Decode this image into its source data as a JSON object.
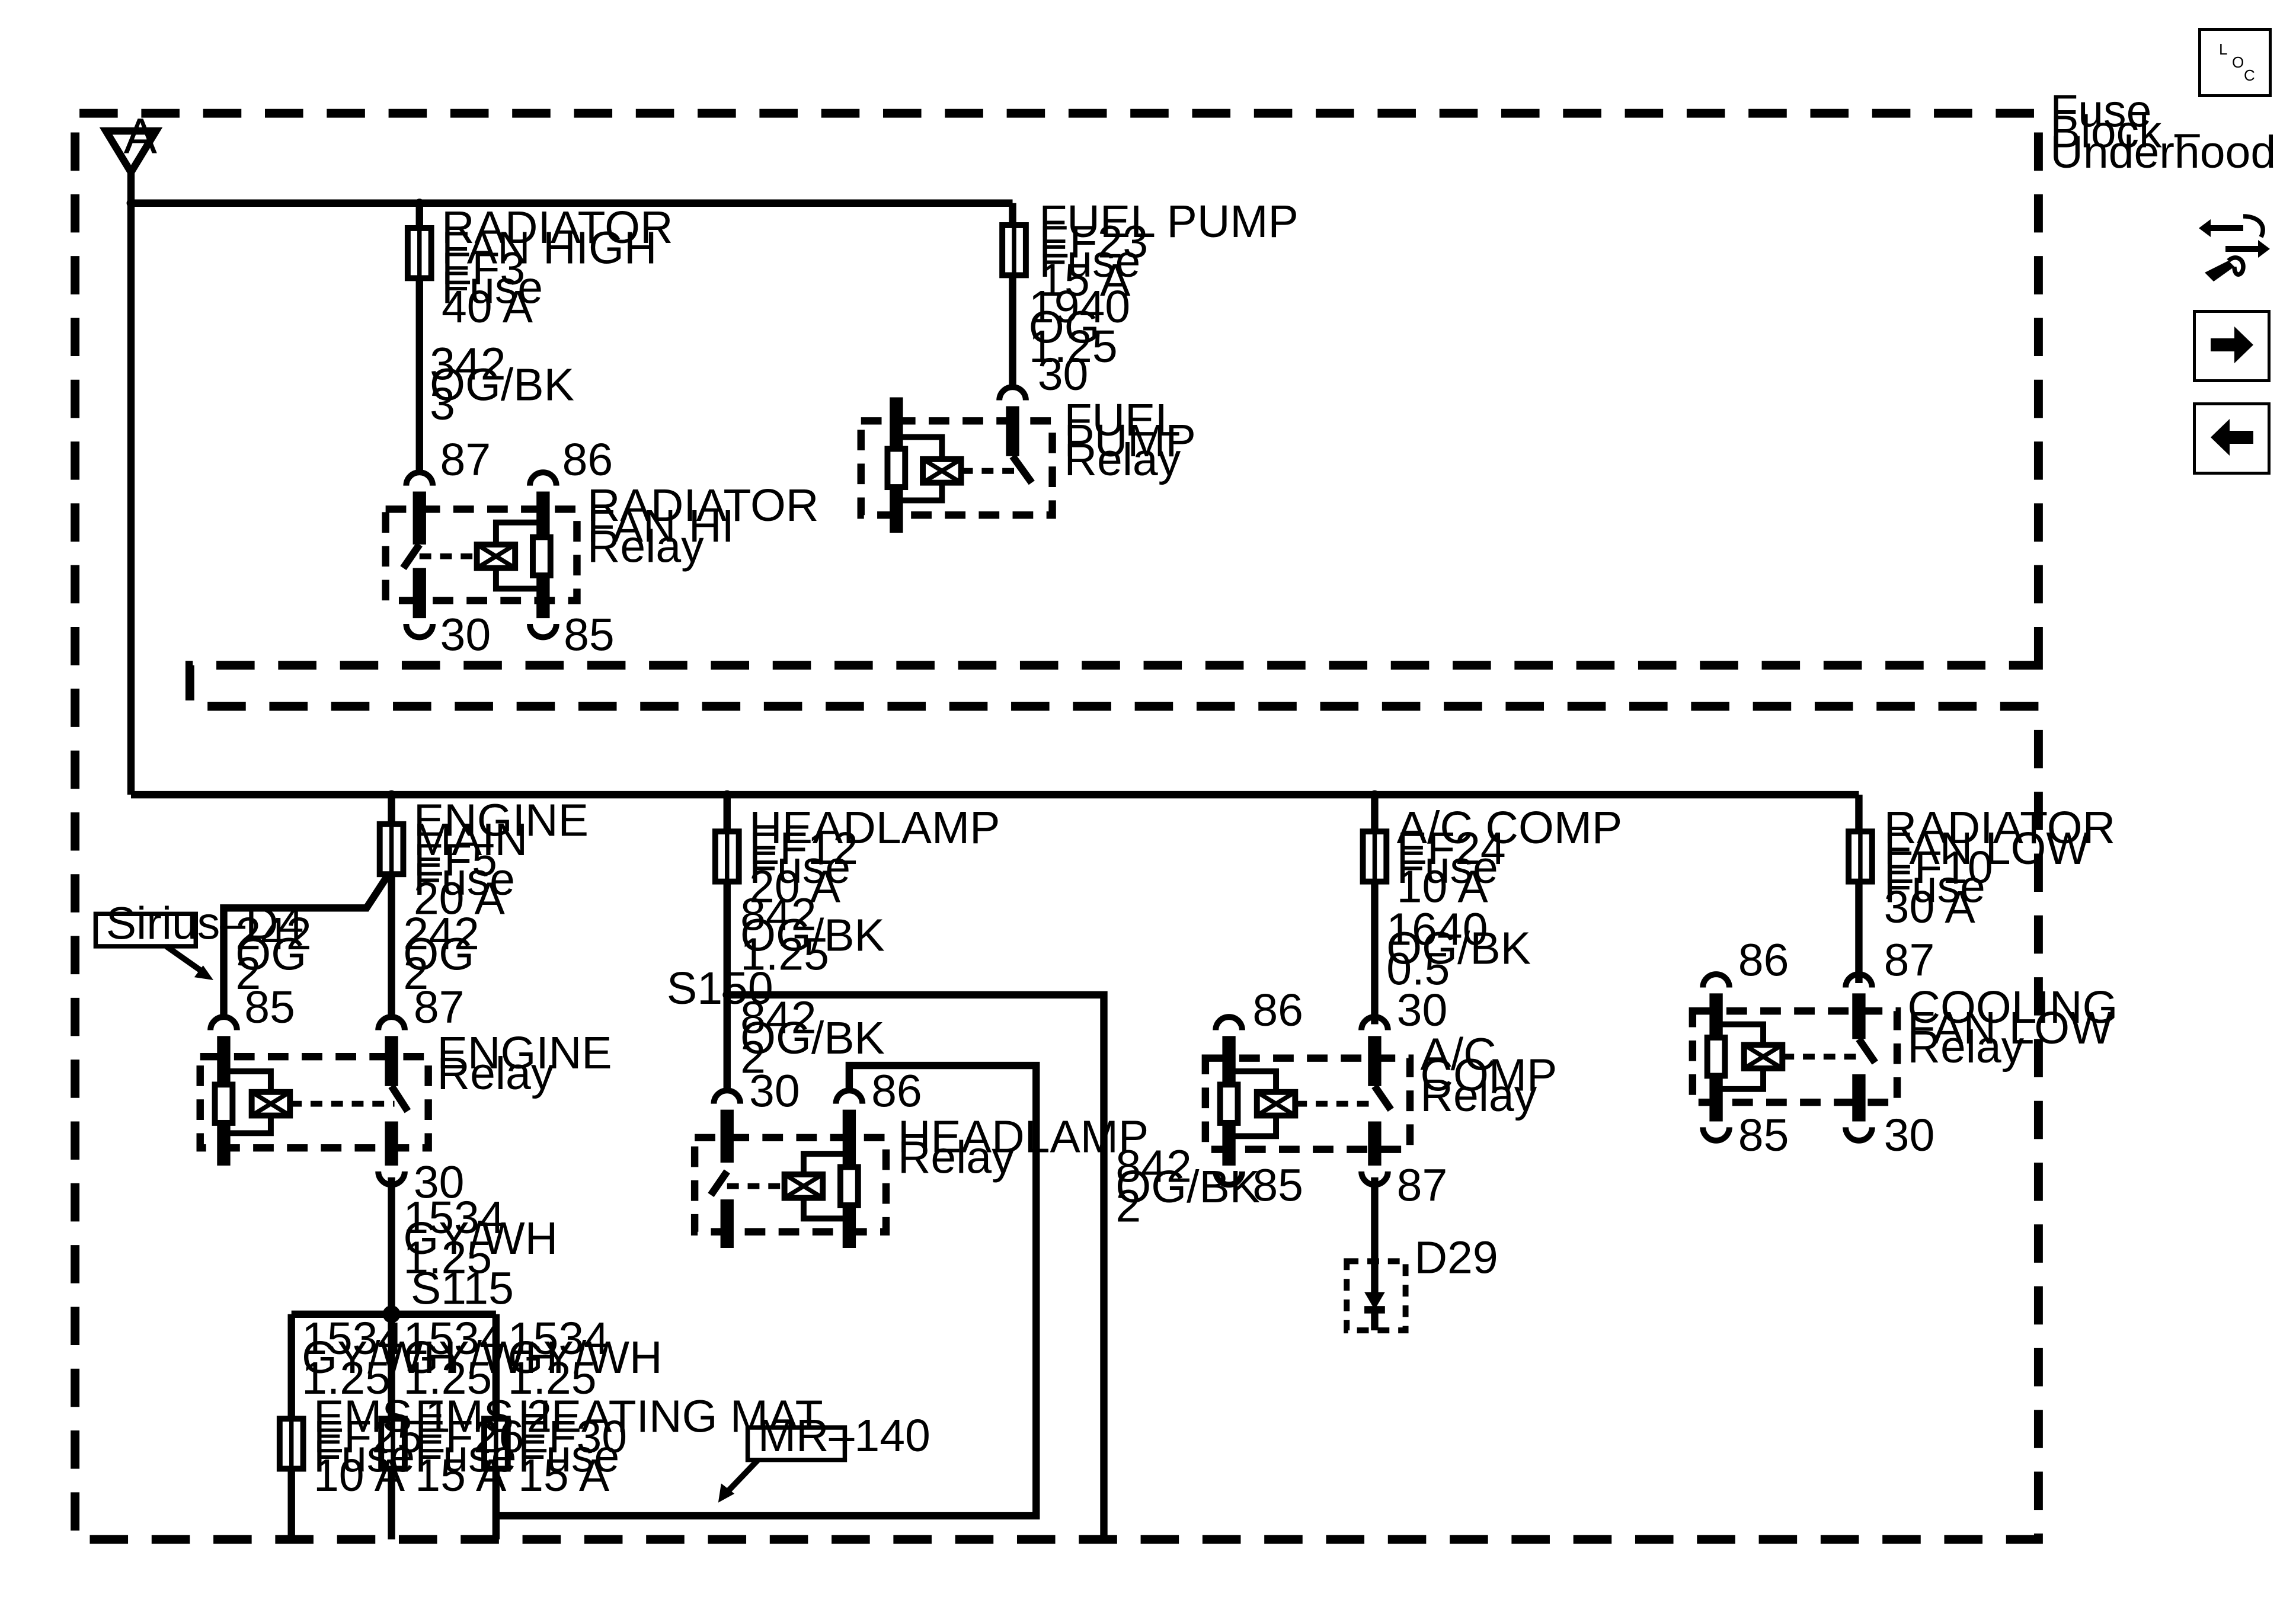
{
  "block": {
    "label": [
      "Fuse",
      "Block –",
      "Underhood"
    ]
  },
  "connector": {
    "label": "A"
  },
  "fuses": {
    "radiator_fan_high": [
      "RADIATOR",
      "FAN HIGH",
      "EF3",
      "Fuse",
      "40 A"
    ],
    "fuel_pump": [
      "FUEL PUMP",
      "EF23",
      "Fuse",
      "15 A"
    ],
    "engine_main": [
      "ENGINE",
      "MAIN",
      "EF5",
      "Fuse",
      "20 A"
    ],
    "headlamp": [
      "HEADLAMP",
      "EF12",
      "Fuse",
      "20 A"
    ],
    "ac_comp": [
      "A/C COMP",
      "EF24",
      "Fuse",
      "10 A"
    ],
    "radiator_fan_low": [
      "RADIATOR",
      "FAN LOW",
      "EF10",
      "Fuse",
      "30 A"
    ],
    "ems1": [
      "EMS 1",
      "EF25",
      "Fuse",
      "10 A"
    ],
    "ems2": [
      "EMS 2",
      "EF26",
      "Fuse",
      "15 A"
    ],
    "heating_mat": [
      "HEATING MAT",
      "EF30",
      "Fuse",
      "15 A"
    ]
  },
  "relays": {
    "radiator_fan_hi": [
      "RADIATOR",
      "FAN HI",
      "Relay"
    ],
    "fuel_pump": [
      "FUEL",
      "PUMP",
      "Relay"
    ],
    "engine": [
      "ENGINE",
      "Relay"
    ],
    "headlamp": [
      "HEADLAMP",
      "Relay"
    ],
    "ac_comp": [
      "A/C",
      "COMP",
      "Relay"
    ],
    "cooling_fan_low": [
      "COOLING",
      "FAN LOW",
      "Relay"
    ]
  },
  "wires": {
    "w342": [
      "342",
      "OG/BK",
      "3"
    ],
    "w1940": [
      "1940",
      "OG",
      "1.25"
    ],
    "w242_left": [
      "242",
      "OG",
      "2"
    ],
    "w242_right": [
      "242",
      "OG",
      "2"
    ],
    "w842_top": [
      "842",
      "OG/BK",
      "1.25"
    ],
    "w842_mid": [
      "842",
      "OG/BK",
      "2"
    ],
    "w842_right": [
      "842",
      "OG/BK",
      "2"
    ],
    "w1640": [
      "1640",
      "OG/BK",
      "0.5"
    ],
    "w1534_main": [
      "1534",
      "GY/WH",
      "1.25"
    ],
    "w1534_a": [
      "1534",
      "GY/WH",
      "1.25"
    ],
    "w1534_b": [
      "1534",
      "GY/WH",
      "1.25"
    ],
    "w1534_c": [
      "1534",
      "GY/WH",
      "1.25"
    ]
  },
  "pins": {
    "rfh_87": "87",
    "rfh_86": "86",
    "rfh_30": "30",
    "rfh_85": "85",
    "fp_30": "30",
    "eng_85": "85",
    "eng_87": "87",
    "eng_30": "30",
    "hl_30": "30",
    "hl_86": "86",
    "ac_86": "86",
    "ac_30": "30",
    "ac_85": "85",
    "ac_87": "87",
    "cfl_86": "86",
    "cfl_87": "87",
    "cfl_85": "85",
    "cfl_30": "30"
  },
  "splices": {
    "s150": "S150",
    "s115": "S115"
  },
  "refs": {
    "sirius": "Sirius–D4",
    "mr140": "MR–140",
    "d29": "D29"
  },
  "nav": {
    "loc": [
      "L",
      "O",
      "C"
    ],
    "icons": [
      "connector-swap-icon",
      "arrow-right-icon",
      "arrow-left-icon"
    ]
  }
}
